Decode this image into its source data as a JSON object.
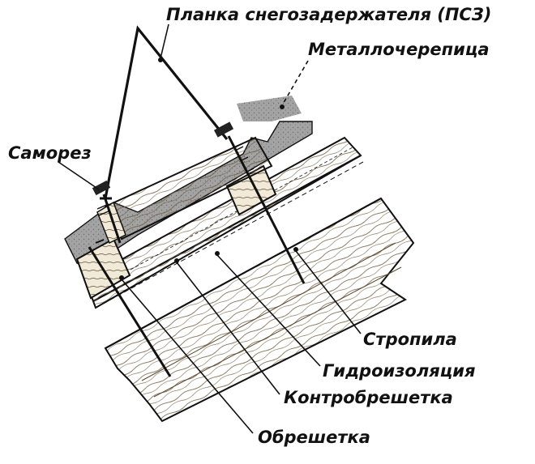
{
  "labels": {
    "snow_guard_bar": "Планка снегозадержателя (ПСЗ)",
    "metal_tile": "Металлочерепица",
    "screw": "Саморез",
    "rafters": "Стропила",
    "waterproofing": "Гидроизоляция",
    "counter_batten": "Контробрешетка",
    "batten": "Обрешетка"
  },
  "colors": {
    "ink": "#111111",
    "metal_tile_fill": "#9a9a9a",
    "wood_fill": "#efe7d6",
    "background": "#ffffff"
  }
}
